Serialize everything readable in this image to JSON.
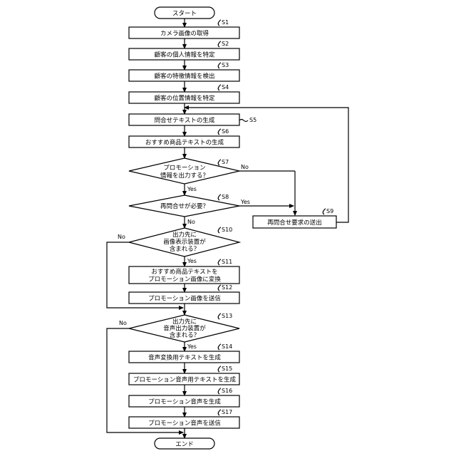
{
  "start": "スタート",
  "end": "エンド",
  "steps": {
    "s1": {
      "id": "S1",
      "text": "カメラ画像の取得"
    },
    "s2": {
      "id": "S2",
      "text": "顧客の個人情報を特定"
    },
    "s3": {
      "id": "S3",
      "text": "顧客の特徴情報を検出"
    },
    "s4": {
      "id": "S4",
      "text": "顧客の位置情報を特定"
    },
    "s5": {
      "id": "S5",
      "text": "問合せテキストの生成"
    },
    "s6": {
      "id": "S6",
      "text": "おすすめ商品テキストの生成"
    },
    "s7": {
      "id": "S7",
      "lines": [
        "プロモーション",
        "情報を出力する？"
      ]
    },
    "s8": {
      "id": "S8",
      "text": "再問合せが必要？"
    },
    "s9": {
      "id": "S9",
      "text": "再問合せ要求の送出"
    },
    "s10": {
      "id": "S10",
      "lines": [
        "出力先に",
        "画像表示装置が",
        "含まれる？"
      ]
    },
    "s11": {
      "id": "S11",
      "lines": [
        "おすすめ商品テキストを",
        "プロモーション画像に変換"
      ]
    },
    "s12": {
      "id": "S12",
      "text": "プロモーション画像を送信"
    },
    "s13": {
      "id": "S13",
      "lines": [
        "出力先に",
        "音声出力装置が",
        "含まれる？"
      ]
    },
    "s14": {
      "id": "S14",
      "text": "音声変換用テキストを生成"
    },
    "s15": {
      "id": "S15",
      "text": "プロモーション音声用テキストを生成"
    },
    "s16": {
      "id": "S16",
      "text": "プロモーション音声を生成"
    },
    "s17": {
      "id": "S17",
      "text": "プロモーション音声を送信"
    }
  },
  "branch_labels": {
    "yes": "Yes",
    "no": "No"
  }
}
